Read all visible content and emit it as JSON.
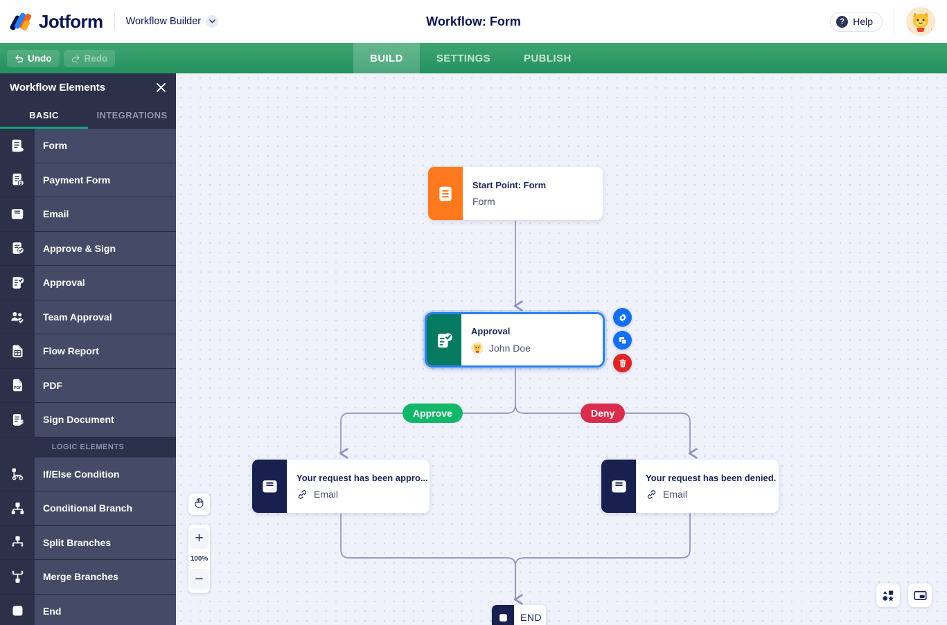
{
  "header": {
    "brand": "Jotform",
    "product": "Workflow Builder",
    "doc_title": "Workflow: Form",
    "help_label": "Help",
    "help_glyph": "?",
    "caret_icon": "chevron-down-icon",
    "avatar_icon": "user-avatar-cat"
  },
  "toolbar": {
    "undo_label": "Undo",
    "redo_label": "Redo",
    "undo_icon": "undo-arrow-icon",
    "redo_icon": "redo-arrow-icon",
    "tabs": [
      {
        "label": "BUILD",
        "active": true
      },
      {
        "label": "SETTINGS",
        "active": false
      },
      {
        "label": "PUBLISH",
        "active": false
      }
    ]
  },
  "sidebar": {
    "title": "Workflow Elements",
    "close_icon": "close-icon",
    "tabs": [
      {
        "label": "BASIC",
        "active": true
      },
      {
        "label": "INTEGRATIONS",
        "active": false
      }
    ],
    "items": [
      {
        "label": "Form",
        "icon": "form-arrow-icon"
      },
      {
        "label": "Payment Form",
        "icon": "payment-form-icon"
      },
      {
        "label": "Email",
        "icon": "envelope-icon"
      },
      {
        "label": "Approve & Sign",
        "icon": "approve-sign-icon"
      },
      {
        "label": "Approval",
        "icon": "approval-check-icon"
      },
      {
        "label": "Team Approval",
        "icon": "team-approval-icon"
      },
      {
        "label": "Flow Report",
        "icon": "flow-report-icon"
      },
      {
        "label": "PDF",
        "icon": "pdf-icon"
      },
      {
        "label": "Sign Document",
        "icon": "sign-document-icon"
      }
    ],
    "group_label": "LOGIC ELEMENTS",
    "logic_items": [
      {
        "label": "If/Else Condition",
        "icon": "if-else-icon"
      },
      {
        "label": "Conditional Branch",
        "icon": "conditional-branch-icon"
      },
      {
        "label": "Split Branches",
        "icon": "split-branches-icon"
      },
      {
        "label": "Merge Branches",
        "icon": "merge-branches-icon"
      },
      {
        "label": "End",
        "icon": "end-square-icon"
      }
    ]
  },
  "canvas": {
    "nodes": {
      "start": {
        "title": "Start Point: Form",
        "subtitle": "Form",
        "icon": "form-icon"
      },
      "approval": {
        "title": "Approval",
        "subtitle": "John Doe",
        "icon": "approval-check-icon",
        "assignee_avatar": "user-avatar-cat"
      },
      "mail_approved": {
        "title": "Your request has been appro...",
        "subtitle": "Email",
        "icon": "envelope-icon",
        "link_icon": "link-icon"
      },
      "mail_denied": {
        "title": "Your request has been denied.",
        "subtitle": "Email",
        "icon": "envelope-icon",
        "link_icon": "link-icon"
      },
      "end": {
        "title": "END",
        "icon": "end-square-icon"
      }
    },
    "branch_labels": {
      "approve": "Approve",
      "deny": "Deny"
    },
    "node_actions": [
      {
        "name": "settings",
        "icon": "gear-icon",
        "color": "#1570ef"
      },
      {
        "name": "duplicate",
        "icon": "copy-icon",
        "color": "#1570ef"
      },
      {
        "name": "delete",
        "icon": "trash-icon",
        "color": "#e02424"
      }
    ],
    "controls": {
      "pan_icon": "hand-icon",
      "zoom_in": "+",
      "zoom_out": "−",
      "zoom_level": "100%",
      "elements_icon": "shapes-icon",
      "minimap_icon": "minimap-icon"
    }
  },
  "colors": {
    "brand_navy": "#0a1551",
    "toolbar_green": "#229160",
    "sidebar_bg": "#2c3149",
    "accent_teal": "#16a07c",
    "start_orange": "#ff7a1e",
    "approval_green": "#067a60",
    "email_navy": "#18204f",
    "approve_pill": "#12b76a",
    "deny_pill": "#d92d4e",
    "selection_blue": "#2b7ff5",
    "connector": "#8f93c0"
  }
}
